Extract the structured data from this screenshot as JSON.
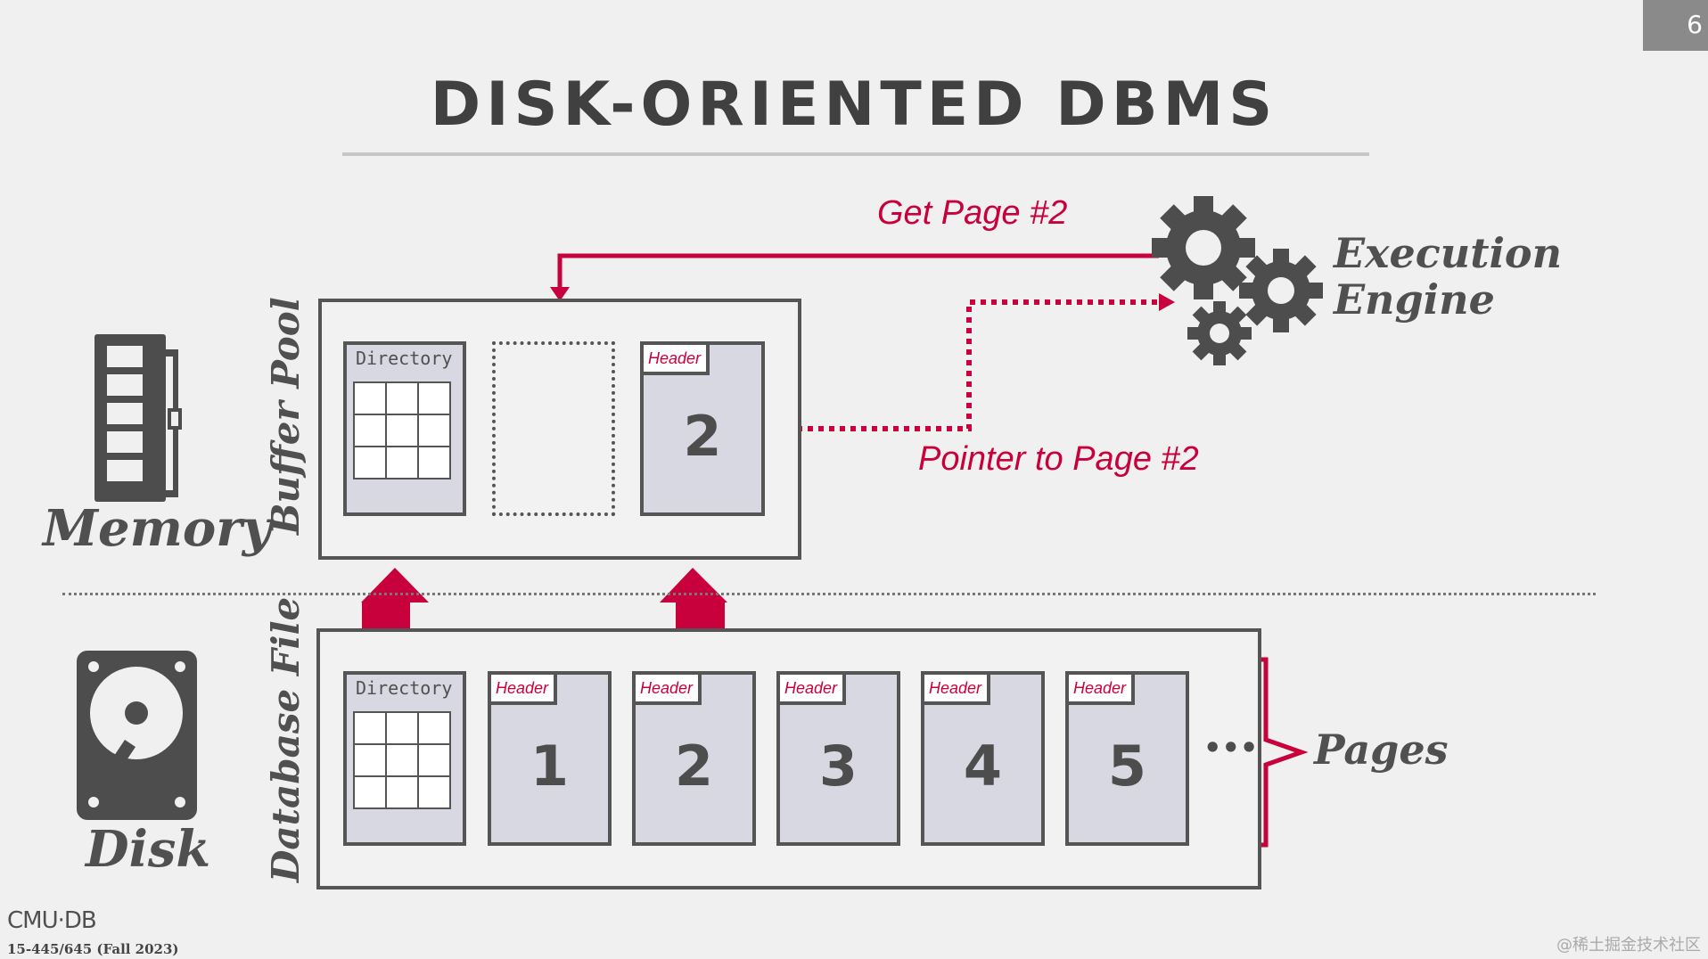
{
  "slide_number": "6",
  "title": "DISK-ORIENTED DBMS",
  "labels": {
    "memory": "Memory",
    "disk": "Disk",
    "buffer_pool": "Buffer Pool",
    "database_file": "Database File",
    "execution_engine_line1": "Execution",
    "execution_engine_line2": "Engine",
    "pages": "Pages",
    "get_page": "Get Page #2",
    "pointer_to_page": "Pointer to Page #2",
    "ellipsis": "•••"
  },
  "buffer_pool": {
    "directory_label": "Directory",
    "page": {
      "header": "Header",
      "number": "2"
    }
  },
  "database_file": {
    "directory_label": "Directory",
    "pages": [
      {
        "header": "Header",
        "number": "1"
      },
      {
        "header": "Header",
        "number": "2"
      },
      {
        "header": "Header",
        "number": "3"
      },
      {
        "header": "Header",
        "number": "4"
      },
      {
        "header": "Header",
        "number": "5"
      }
    ]
  },
  "footer": {
    "logo": "CMU·DB",
    "course": "15-445/645 (Fall 2023)",
    "watermark": "@稀土掘金技术社区"
  },
  "colors": {
    "accent_red": "#c8003c",
    "dark_gray": "#555555",
    "page_fill": "#d7d8e1"
  }
}
